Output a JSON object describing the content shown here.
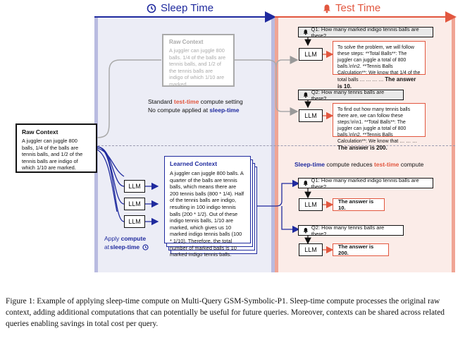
{
  "header": {
    "sleep_title": "Sleep Time",
    "test_title": "Test Time"
  },
  "raw_input": {
    "title": "Raw Context",
    "text": "A juggler can juggle 800 balls, 1/4 of the balls are tennis balls, and 1/2 of the tennis balls are indigo of which 1/10 are marked."
  },
  "raw_grey": {
    "title": "Raw Context",
    "text": "A juggler can juggle 800 balls. 1/4 of the balls are tennis balls, and 1/2 of the tennis balls are indigo of which 1/10 are marked."
  },
  "standard_note": {
    "line1_a": "Standard ",
    "line1_b": "test-time",
    "line1_c": " compute setting",
    "line2_a": "No compute applied at ",
    "line2_b": "sleep-time"
  },
  "llm_label": "LLM",
  "learned": {
    "title": "Learned Context",
    "text": "A juggler can juggle 800 balls. A quarter of the balls are tennis balls, which means there are 200 tennis balls (800 * 1/4). Half of the tennis balls are indigo, resulting in 100 indigo tennis balls (200 * 1/2). Out of these indigo tennis balls, 1/10 are marked, which gives us 10 marked indigo tennis balls (100 * 1/10). Therefore, the total number of marked balls is 10 marked indigo tennis balls."
  },
  "apply_note": {
    "a": "Apply ",
    "b": "compute",
    "c": "at ",
    "d": "sleep-time"
  },
  "top_test": {
    "q1": "Q1: How many marked indigo tennis balls are there?",
    "a1_text": "To solve the problem, we will follow these steps:  **Total Balls**: The juggler can juggle a total of 800 balls.\\n\\n2. **Tennis Balls Calculation**: We know that 1/4 of the total balls … … … … ",
    "a1_final": "The answer is 10.",
    "q2": "Q2: How many tennis balls are there?",
    "a2_text": "To find out how many tennis balls there are, we can follow these steps:\\n\\n1. **Total Balls**: The juggler can juggle a total of 800 balls.\\n\\n2. **Tennis Balls Calculation**: We know that … … … ",
    "a2_final": "The answer is 200."
  },
  "reduce_note": {
    "a": "Sleep-time",
    "b": " compute reduces ",
    "c": "test-time",
    "d": " compute"
  },
  "bottom_test": {
    "q1": "Q1: How many marked indigo tennis balls are there?",
    "a1": "The answer is 10.",
    "q2": "Q2: How many tennis balls are there?",
    "a2": "The answer is 200."
  },
  "caption": "Figure 1: Example of applying sleep-time compute on Multi-Query GSM-Symbolic-P1. Sleep-time compute processes the original raw context, adding additional computations that can potentially be useful for future queries. Moreover, contexts can be shared across related queries enabling savings in total cost per query.",
  "colors": {
    "sleep": "#1f2a9e",
    "test": "#e2573f",
    "sleep_bg": "#ecedf6",
    "test_bg": "#fbece8"
  }
}
